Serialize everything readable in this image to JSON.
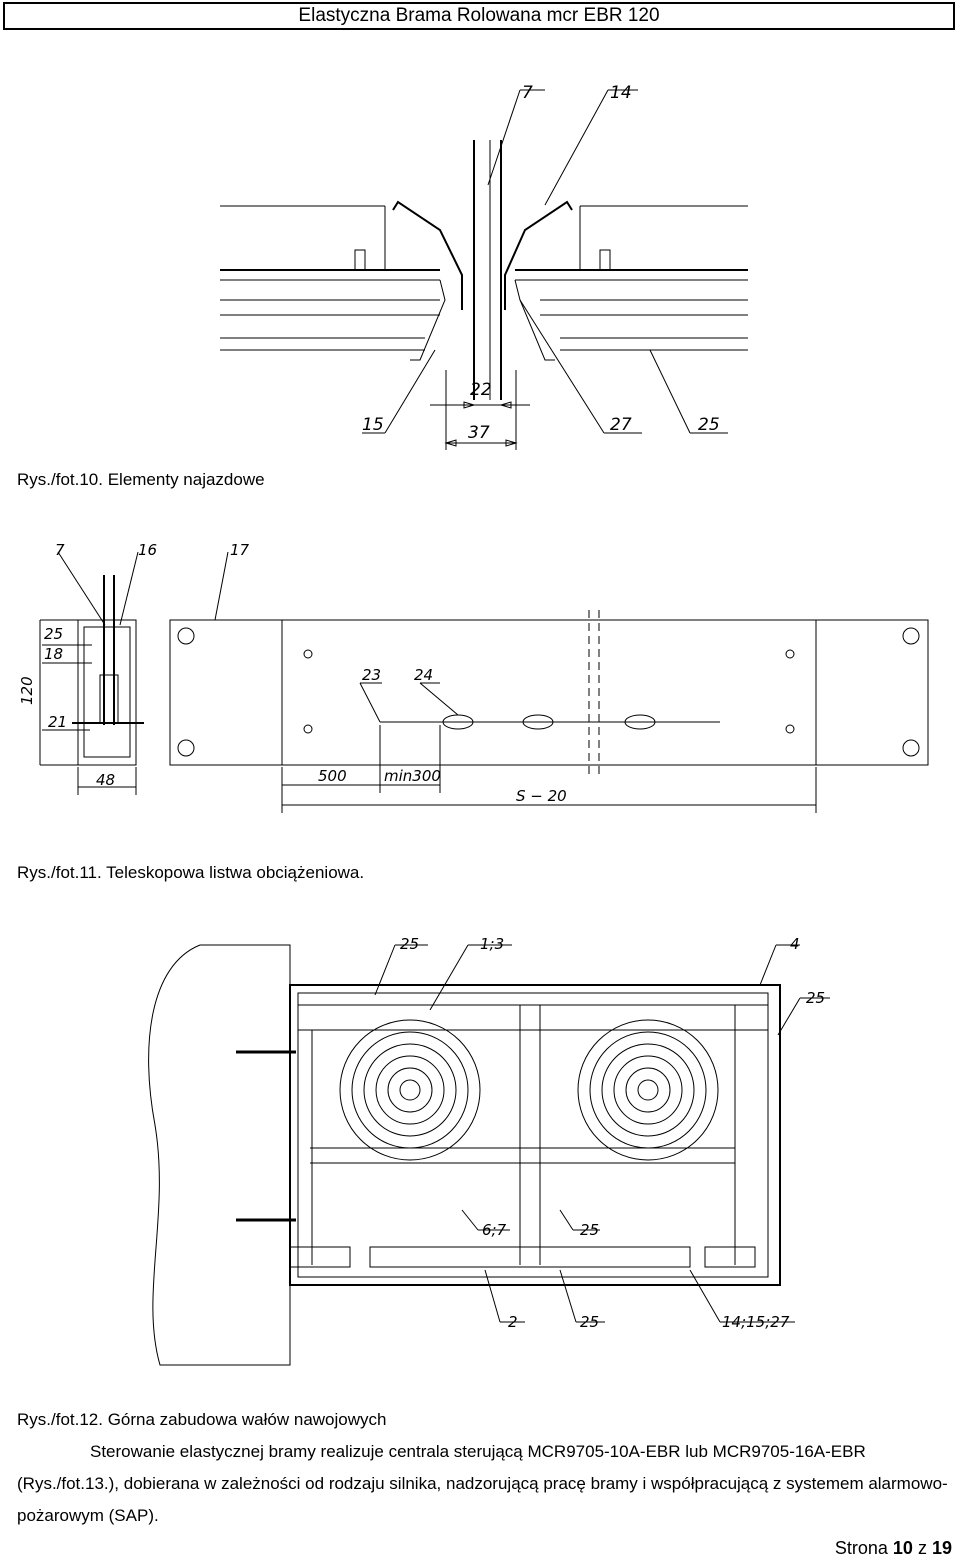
{
  "header": {
    "title": "Elastyczna Brama Rolowana mcr EBR 120"
  },
  "figures": {
    "fig10": {
      "caption": "Rys./fot.10. Elementy najazdowe",
      "labels": {
        "l7": "7",
        "l14": "14",
        "l15": "15",
        "l22": "22",
        "l37": "37",
        "l27": "27",
        "l25": "25"
      }
    },
    "fig11": {
      "caption": "Rys./fot.11. Teleskopowa listwa obciążeniowa.",
      "labels": {
        "l7": "7",
        "l16": "16",
        "l17": "17",
        "l25": "25",
        "l18": "18",
        "l120": "120",
        "l21": "21",
        "l48": "48",
        "l23": "23",
        "l24": "24",
        "l500": "500",
        "lmin300": "min300",
        "ls20": "S − 20"
      }
    },
    "fig12": {
      "caption": "Rys./fot.12. Górna zabudowa wałów nawojowych",
      "labels": {
        "l25a": "25",
        "l13": "1;3",
        "l4": "4",
        "l25b": "25",
        "l67": "6;7",
        "l25c": "25",
        "l2": "2",
        "l25d": "25",
        "l141527": "14;15;27"
      }
    }
  },
  "body": {
    "paragraph": "Sterowanie elastycznej bramy realizuje centrala sterującą MCR9705-10A-EBR lub MCR9705-16A-EBR (Rys./fot.13.), dobierana w zależności od rodzaju silnika, nadzorującą pracę bramy i współpracującą z systemem alarmowo-pożarowym (SAP)."
  },
  "footer": {
    "page_prefix": "Strona",
    "page_number": "10",
    "page_sep": "z",
    "page_total": "19"
  }
}
